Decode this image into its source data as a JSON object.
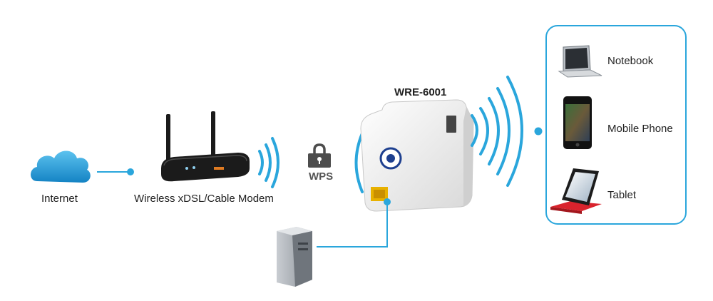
{
  "diagram": {
    "internet_label": "Internet",
    "modem_label": "Wireless xDSL/Cable Modem",
    "wps_label": "WPS",
    "extender_label": "WRE-6001",
    "devices": [
      {
        "label": "Notebook",
        "icon": "notebook-icon"
      },
      {
        "label": "Mobile Phone",
        "icon": "mobile-phone-icon"
      },
      {
        "label": "Tablet",
        "icon": "tablet-icon"
      }
    ]
  },
  "colors": {
    "accent": "#2aa6dc",
    "line": "#2aa6dc",
    "cloud": "#1d9ad6",
    "device_box_border": "#2aa6dc",
    "router_body": "#1b1b1b",
    "extender_body": "#f2f2f2",
    "tablet_stand": "#d9232d"
  }
}
